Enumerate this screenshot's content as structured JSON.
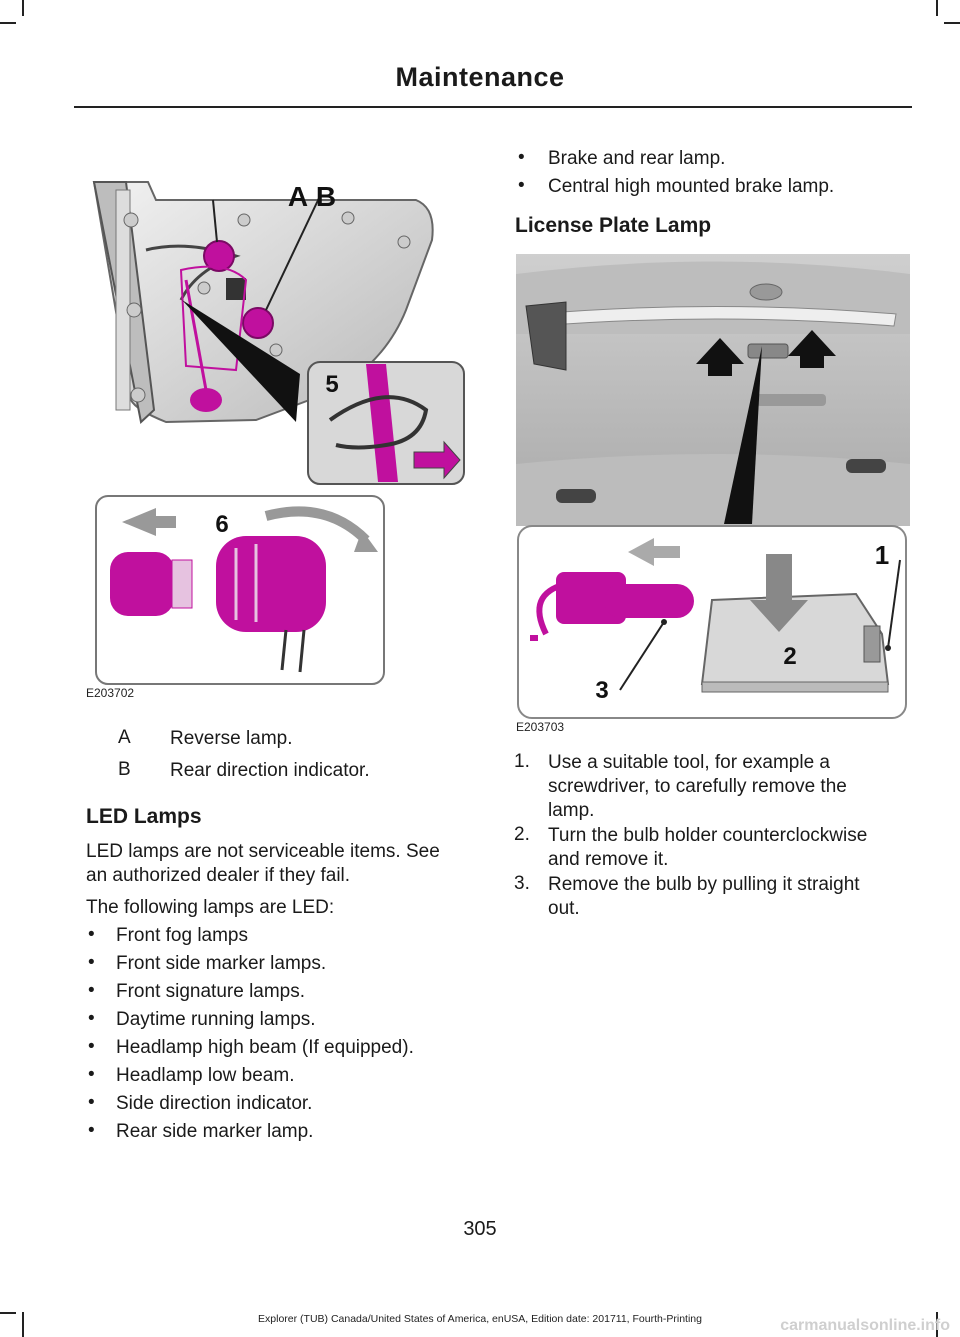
{
  "header": {
    "title": "Maintenance"
  },
  "figures": {
    "left": {
      "code": "E203702",
      "callouts": {
        "a": "A",
        "b": "B",
        "five": "5",
        "six": "6"
      }
    },
    "right": {
      "code": "E203703",
      "callouts": {
        "one": "1",
        "two": "2",
        "three": "3"
      }
    }
  },
  "left_column": {
    "legend": [
      {
        "letter": "A",
        "text": "Reverse lamp."
      },
      {
        "letter": "B",
        "text": "Rear direction indicator."
      }
    ],
    "led_heading": "LED Lamps",
    "led_para_line1": "LED lamps are not serviceable items.  See",
    "led_para_line2": "an authorized dealer if they fail.",
    "led_intro": "The following lamps are LED:",
    "bullet_char": "•",
    "led_list": [
      "Front fog lamps",
      "Front side marker lamps.",
      "Front signature lamps.",
      "Daytime running lamps.",
      "Headlamp high beam (If equipped).",
      "Headlamp low beam.",
      "Side direction indicator.",
      "Rear side marker lamp."
    ]
  },
  "right_column": {
    "bullets": [
      "Brake and rear lamp.",
      "Central high mounted brake lamp."
    ],
    "license_heading": "License Plate Lamp",
    "steps": [
      {
        "num": "1.",
        "lines": [
          "Use a suitable tool, for example a",
          "screwdriver, to carefully remove the",
          "lamp."
        ]
      },
      {
        "num": "2.",
        "lines": [
          "Turn the bulb holder counterclockwise",
          "and remove it."
        ]
      },
      {
        "num": "3.",
        "lines": [
          "Remove the bulb by pulling it straight",
          "out."
        ]
      }
    ]
  },
  "page_number": "305",
  "footer": "Explorer (TUB) Canada/United States of America, enUSA, Edition date: 201711, Fourth-Printing",
  "watermark": "carmanualsonline.info",
  "colors": {
    "accent": "#c0109e",
    "text": "#1a1a1a"
  }
}
